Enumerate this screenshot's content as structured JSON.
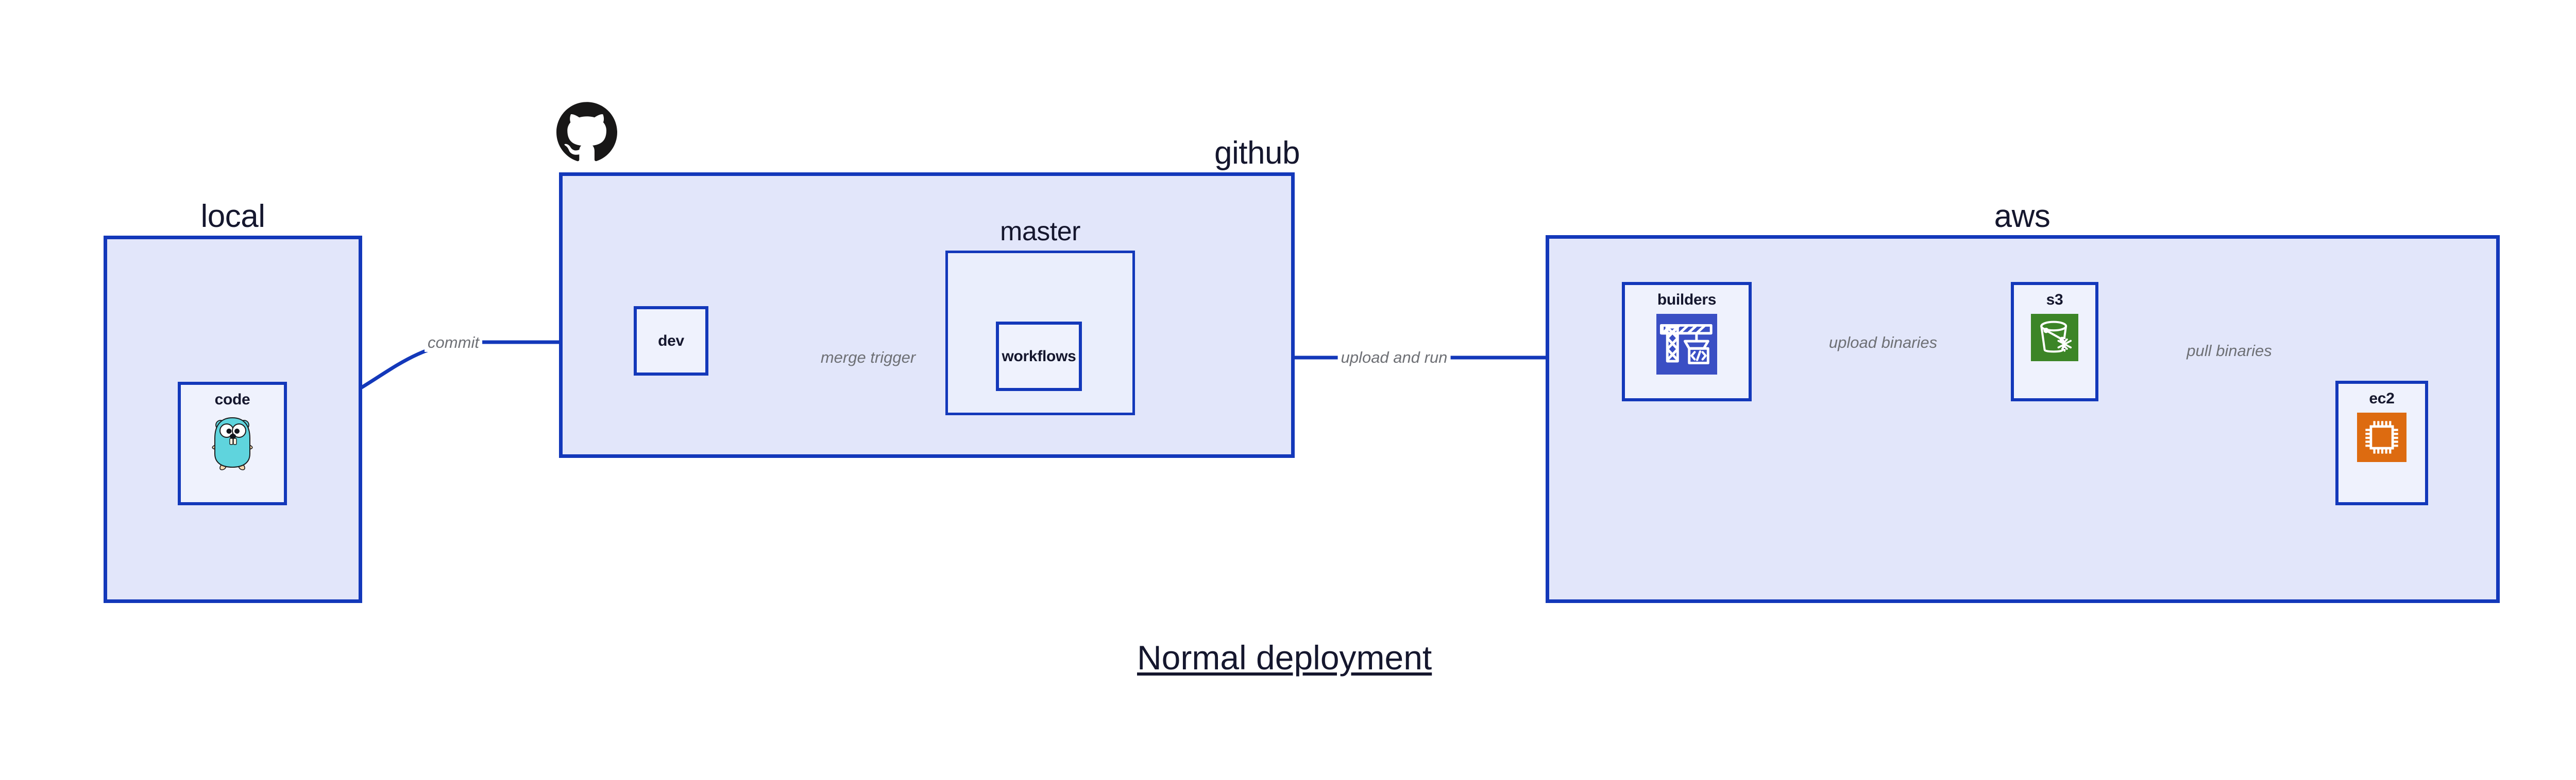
{
  "title": {
    "text": "Normal deployment"
  },
  "theme": {
    "border": "#1338ba",
    "group_fill": "#e2e6fa",
    "subgroup_fill": "#eaeefc",
    "node_fill": "#eff2fd",
    "label_text": "#15172e",
    "edge_label_text": "#6e7075",
    "builders_icon_bg": "#3a4fc4",
    "s3_icon_bg": "#3c8527",
    "ec2_icon_bg": "#dd6b10",
    "gopher_body": "#5fd4dd",
    "github_logo": "#181717"
  },
  "groups": [
    {
      "id": "local",
      "label": "local"
    },
    {
      "id": "github",
      "label": "github"
    },
    {
      "id": "aws",
      "label": "aws"
    }
  ],
  "subgroups": [
    {
      "id": "master",
      "label": "master",
      "parent": "github"
    }
  ],
  "nodes": [
    {
      "id": "code",
      "label": "code",
      "icon": "go-gopher-icon",
      "group": "local"
    },
    {
      "id": "dev",
      "label": "dev",
      "icon": null,
      "group": "github"
    },
    {
      "id": "workflows",
      "label": "workflows",
      "icon": null,
      "group": "master"
    },
    {
      "id": "builders",
      "label": "builders",
      "icon": "crane-code-icon",
      "group": "aws"
    },
    {
      "id": "s3",
      "label": "s3",
      "icon": "s3-bucket-icon",
      "group": "aws"
    },
    {
      "id": "ec2",
      "label": "ec2",
      "icon": "cpu-chip-icon",
      "group": "aws"
    }
  ],
  "edges": [
    {
      "id": "e1",
      "from": "code",
      "to": "dev",
      "label": "commit"
    },
    {
      "id": "e2",
      "from": "dev",
      "to": "workflows",
      "label": "merge trigger"
    },
    {
      "id": "e3",
      "from": "workflows",
      "to": "builders",
      "label": "upload and run"
    },
    {
      "id": "e4",
      "from": "builders",
      "to": "s3",
      "label": "upload binaries"
    },
    {
      "id": "e5",
      "from": "s3",
      "to": "ec2",
      "label": "pull binaries"
    }
  ],
  "logos": [
    {
      "id": "github-logo",
      "name": "github-mark-icon",
      "attached_to": "github"
    }
  ]
}
